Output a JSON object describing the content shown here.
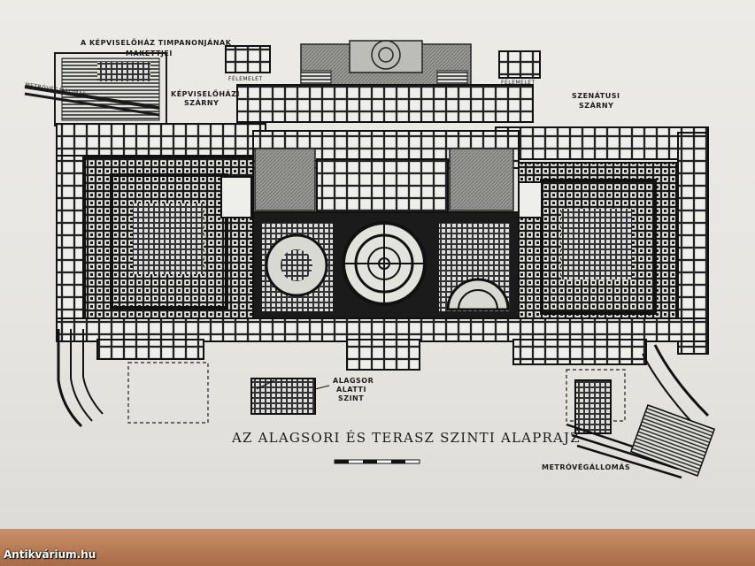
{
  "labels": {
    "model_line1": "A KÉPVISELŐHÁZ TIMPANONJÁNAK",
    "model_line2": "MAKETTJEI",
    "metro_top": "METRÓVÉGÁLLOMÁS",
    "felemelet_left": "FÉLEMELET",
    "felemelet_right": "FÉLEMELET",
    "wing_left_1": "KÉPVISELŐHÁZI",
    "wing_left_2": "SZÁRNY",
    "wing_right_1": "SZENÁTUSI",
    "wing_right_2": "SZÁRNY",
    "basement_1": "ALAGSOR",
    "basement_2": "ALATTI",
    "basement_3": "SZINT",
    "plan_title": "AZ ALAGSORI ÉS TERASZ SZINTI ALAPRAJZ",
    "metro_bottom": "METRÓVÉGÁLLOMÁS"
  },
  "watermark": "Antikvárium.hu"
}
